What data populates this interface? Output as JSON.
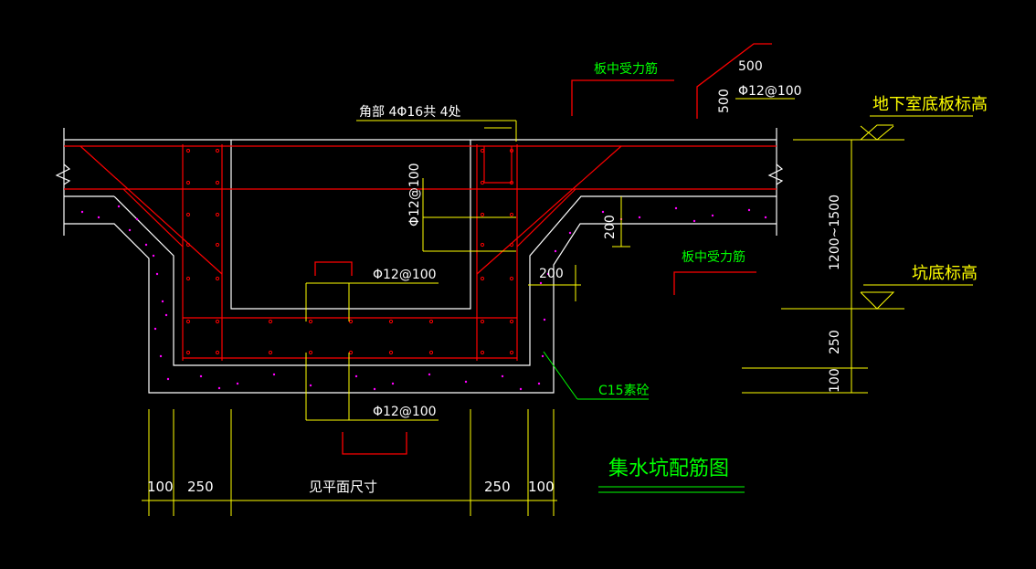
{
  "title": "集水坑配筋图",
  "labels": {
    "corner_rebar": "角部 4Φ16共 4处",
    "slab_main_rebar_top": "板中受力筋",
    "slab_main_rebar_right": "板中受力筋",
    "rebar_top_right": "Φ12@100",
    "dim_500_h": "500",
    "dim_500_v": "500",
    "basement_floor_elev": "地下室底板标高",
    "pit_bottom_elev": "坑底标高",
    "wall_rebar_vertical": "Φ12@100",
    "dim_200_v": "200",
    "dim_200_h": "200",
    "pit_top_rebar": "Φ12@100",
    "pit_bottom_rebar": "Φ12@100",
    "c15_concrete": "C15素砼",
    "dim_1200_1500": "1200~1500",
    "dim_250_right": "250",
    "dim_100_right": "100",
    "dim_bottom_100_left": "100",
    "dim_bottom_250_left": "250",
    "dim_bottom_plan": "见平面尺寸",
    "dim_bottom_250_right": "250",
    "dim_bottom_100_right": "100"
  },
  "colors": {
    "background": "#000000",
    "concrete_outline": "#ffffff",
    "rebar": "#ff0000",
    "dimension": "#ffff00",
    "leader": "#00ff00",
    "hatch": "#ff00ff"
  }
}
